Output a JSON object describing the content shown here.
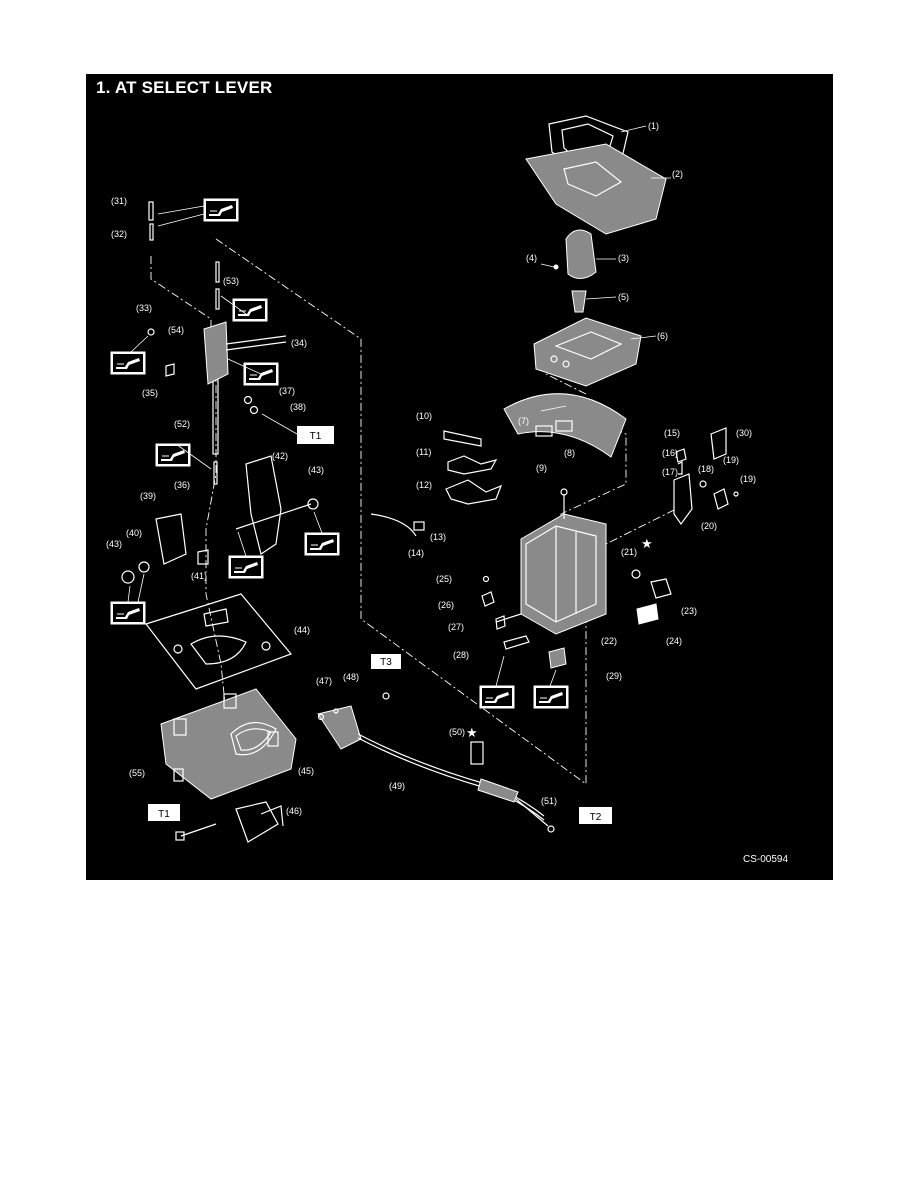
{
  "title": "1.  AT SELECT LEVER",
  "figure_code": "CS-00594",
  "part_labels": [
    "(1)",
    "(2)",
    "(3)",
    "(4)",
    "(5)",
    "(6)",
    "(7)",
    "(8)",
    "(9)",
    "(10)",
    "(11)",
    "(12)",
    "(13)",
    "(14)",
    "(15)",
    "(16)",
    "(17)",
    "(18)",
    "(19)",
    "(19)",
    "(20)",
    "(21)",
    "(22)",
    "(23)",
    "(24)",
    "(25)",
    "(26)",
    "(27)",
    "(28)",
    "(29)",
    "(30)",
    "(31)",
    "(32)",
    "(33)",
    "(34)",
    "(35)",
    "(36)",
    "(37)",
    "(38)",
    "(39)",
    "(40)",
    "(41)",
    "(42)",
    "(43)",
    "(43)",
    "(44)",
    "(45)",
    "(46)",
    "(47)",
    "(48)",
    "(49)",
    "(50)",
    "(51)",
    "(52)",
    "(53)",
    "(54)",
    "(55)"
  ],
  "torque_labels": [
    "T1",
    "T3",
    "T2",
    "T1"
  ],
  "symbols": {
    "star": "★",
    "grease_icon": "grease-applicator-icon"
  },
  "colors": {
    "background": "#000000",
    "line": "#ffffff",
    "page": "#ffffff"
  }
}
